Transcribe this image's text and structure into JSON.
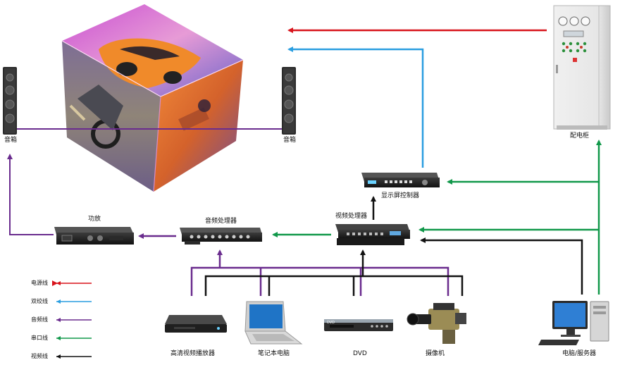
{
  "labels": {
    "speaker_left": "音箱",
    "speaker_right": "音箱",
    "cabinet": "配电柜",
    "led_controller": "显示屏控制器",
    "video_processor": "视频处理器",
    "audio_processor": "音频处理器",
    "amplifier": "功放",
    "bluray": "高清视频播放器",
    "laptop": "笔记本电脑",
    "dvd": "DVD",
    "camera": "摄像机",
    "pc": "电脑/服务器",
    "dvd_device_brand": "DVD"
  },
  "legend": [
    {
      "label": "电源线",
      "color": "#d8141c"
    },
    {
      "label": "双绞线",
      "color": "#2a9ee0"
    },
    {
      "label": "音频线",
      "color": "#6a2c8e"
    },
    {
      "label": "串口线",
      "color": "#11984a"
    },
    {
      "label": "视频线",
      "color": "#111111"
    }
  ],
  "colors": {
    "power": "#d8141c",
    "twisted_pair": "#2a9ee0",
    "audio": "#6a2c8e",
    "serial": "#11984a",
    "video": "#111111"
  }
}
